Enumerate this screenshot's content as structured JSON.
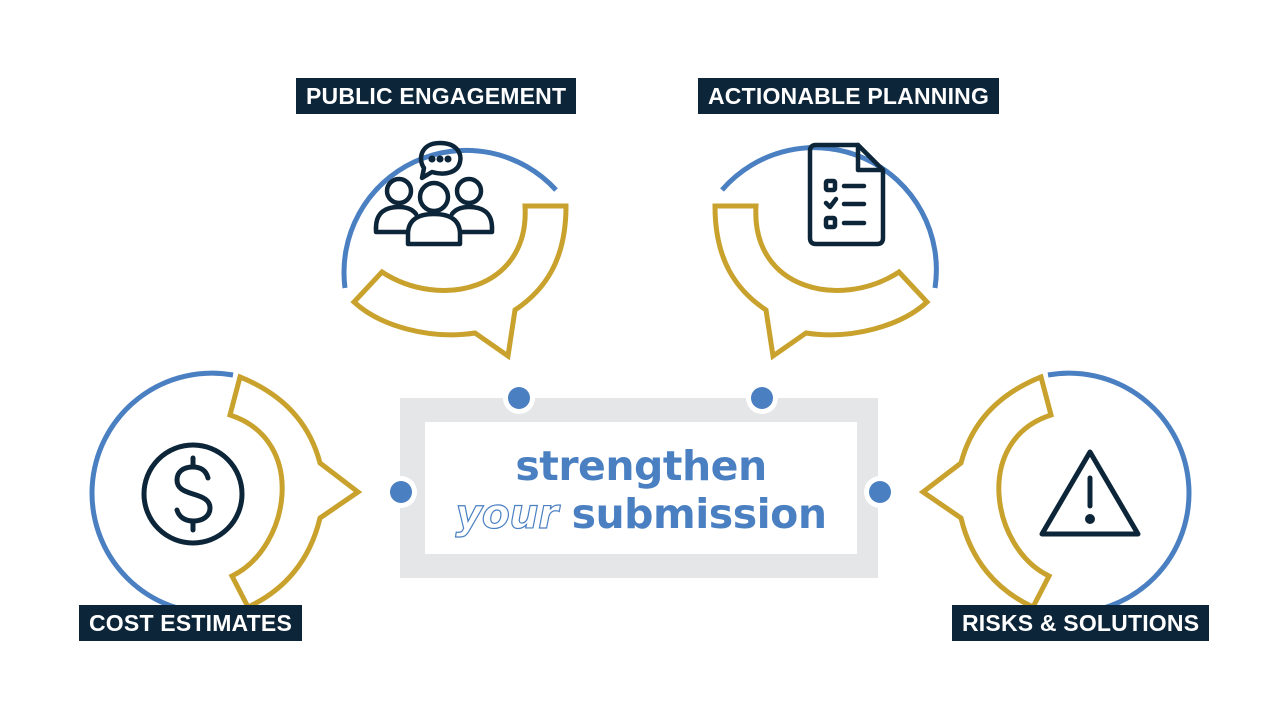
{
  "labels": {
    "public_engagement": "PUBLIC ENGAGEMENT",
    "actionable_planning": "ACTIONABLE PLANNING",
    "cost_estimates": "COST ESTIMATES",
    "risks_solutions": "RISKS & SOLUTIONS"
  },
  "headline": {
    "line1": "strengthen",
    "line2_outline": "your",
    "line2_solid": "submission"
  },
  "icons": {
    "public_engagement": "people-chat-icon",
    "actionable_planning": "checklist-document-icon",
    "cost_estimates": "dollar-circle-icon",
    "risks_solutions": "warning-triangle-icon"
  },
  "colors": {
    "blue": "#4a7fc1",
    "gold": "#c9a22e",
    "navy": "#0c2538",
    "frame_gray": "#e5e6e8"
  }
}
